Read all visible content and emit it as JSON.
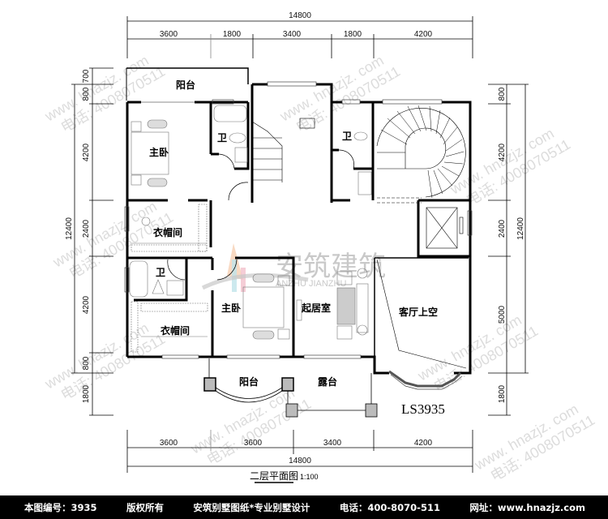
{
  "drawing": {
    "code": "LS3935",
    "title": "二层平面图",
    "scale": "1:100"
  },
  "dimensions": {
    "top_total": "14800",
    "top_segments": [
      "3600",
      "1800",
      "3400",
      "1800",
      "4200"
    ],
    "bottom_segments": [
      "3600",
      "3600",
      "3400",
      "4200"
    ],
    "bottom_total": "14800",
    "left_total": "12400",
    "left_segments": [
      "700",
      "800",
      "4200",
      "2400",
      "4200",
      "800",
      "1800"
    ],
    "right_total": "12400",
    "right_segments": [
      "800",
      "4200",
      "2400",
      "5000",
      "1800"
    ]
  },
  "rooms": {
    "balcony_top": "阳台",
    "master_bedroom_1": "主卧",
    "bath_1": "卫",
    "bath_2": "卫",
    "closet_1": "衣帽间",
    "bath_3": "卫",
    "closet_2": "衣帽间",
    "master_bedroom_2": "主卧",
    "living_room": "起居室",
    "living_void": "客厅上空",
    "balcony_bottom": "阳台",
    "terrace": "露台"
  },
  "watermark": {
    "logo_cn": "安筑建筑",
    "logo_en": "ANZHU  JIANZHU",
    "site": "www.hnazjz.com",
    "phone": "电话: 4008070511"
  },
  "footer": {
    "drawing_no": "本图编号：3935",
    "copyright": "版权所有",
    "slogan": "安筑别墅图纸*专业别墅设计",
    "phone": "电话：400-8070-511",
    "website": "网址：www.hnazjz.com"
  }
}
